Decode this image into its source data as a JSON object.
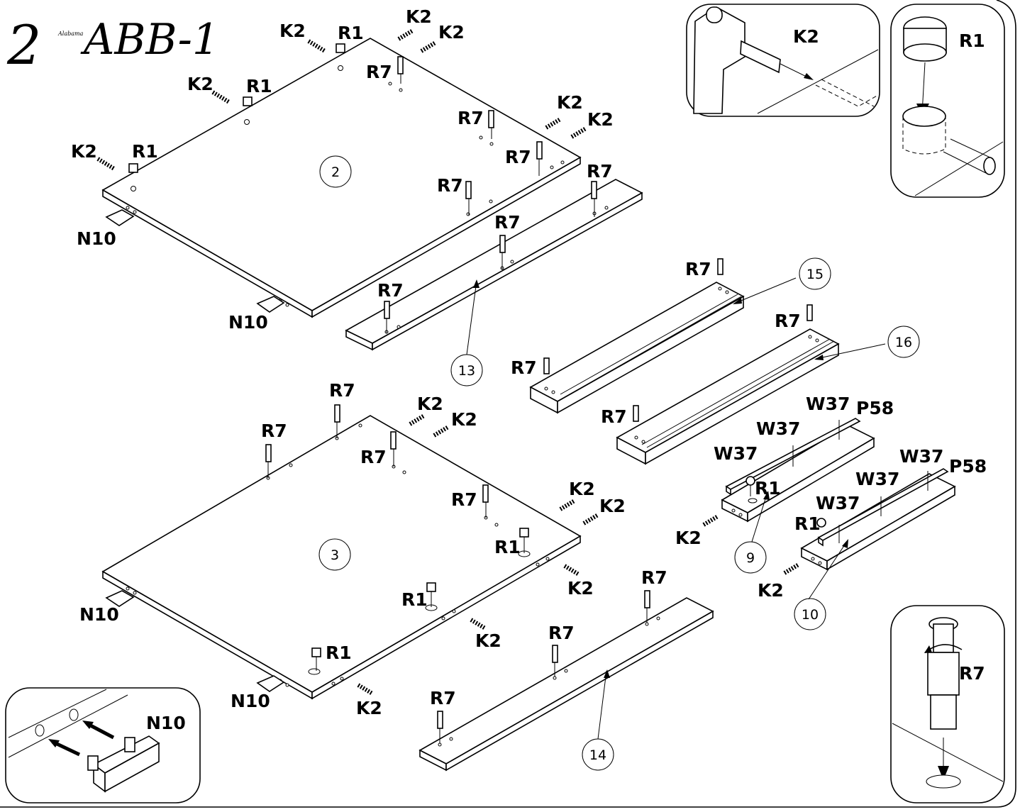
{
  "title": {
    "step_number": "2",
    "product_name": "Alabama",
    "model_code": "ABB-1"
  },
  "part_numbers": {
    "p2": "2",
    "p3": "3",
    "p9": "9",
    "p10": "10",
    "p13": "13",
    "p14": "14",
    "p15": "15",
    "p16": "16"
  },
  "hardware": {
    "k2": "K2",
    "r1": "R1",
    "r7": "R7",
    "n10": "N10",
    "w37": "W37",
    "p58": "P58"
  },
  "insets": {
    "k2_detail": "K2",
    "r1_detail": "R1",
    "r7_detail": "R7",
    "n10_detail": "N10"
  }
}
